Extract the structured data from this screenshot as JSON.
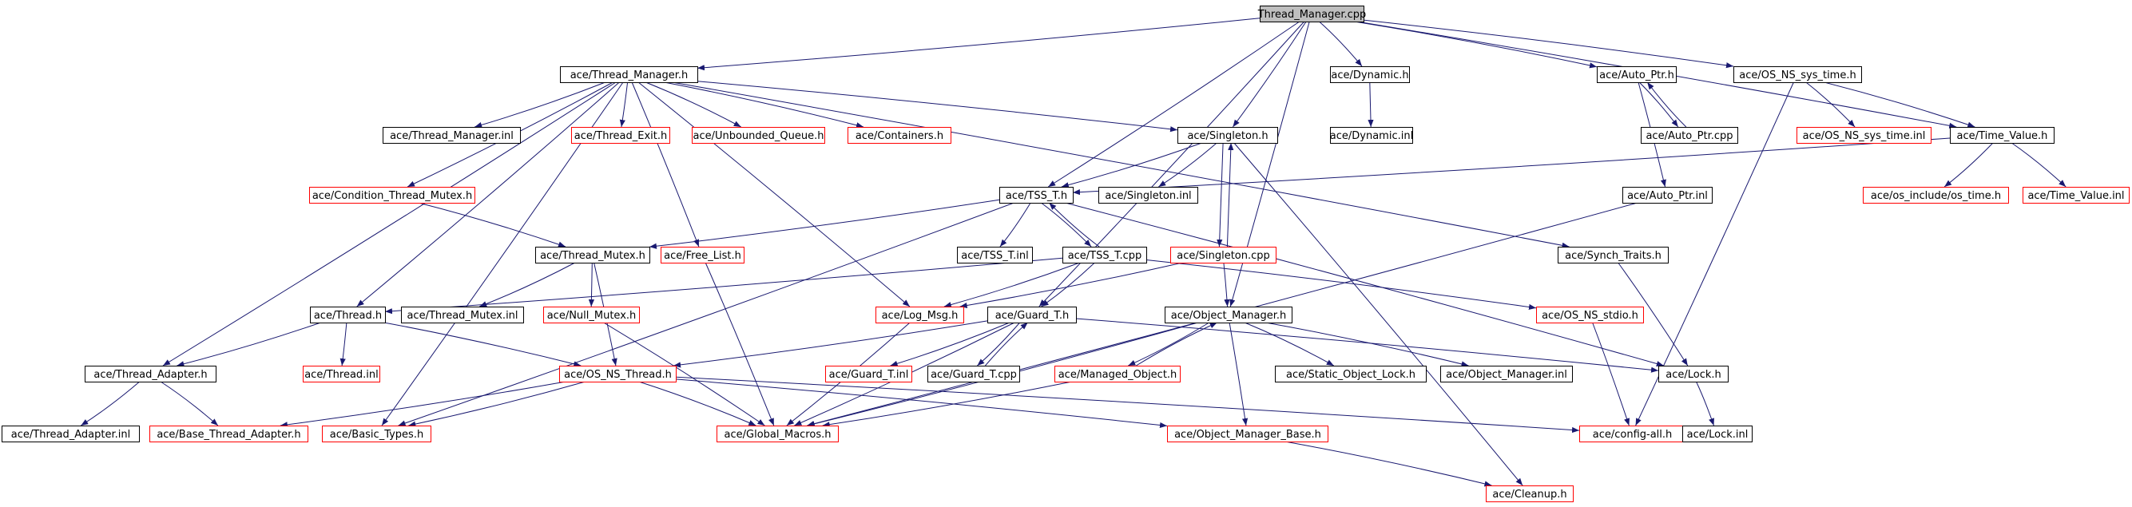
{
  "graph": {
    "colors": {
      "background": "#ffffff",
      "edge": "#191970",
      "documented_border": "#000000",
      "undocumented_border": "#ff0000",
      "root_fill": "#bfbfbf"
    },
    "nodes": [
      {
        "id": "n_root",
        "label": "Thread_Manager.cpp",
        "kind": "root"
      },
      {
        "id": "n_thread_manager_h",
        "label": "ace/Thread_Manager.h",
        "kind": "doc"
      },
      {
        "id": "n_dynamic_h",
        "label": "ace/Dynamic.h",
        "kind": "doc"
      },
      {
        "id": "n_auto_ptr_h",
        "label": "ace/Auto_Ptr.h",
        "kind": "doc"
      },
      {
        "id": "n_os_ns_sys_time_h",
        "label": "ace/OS_NS_sys_time.h",
        "kind": "doc"
      },
      {
        "id": "n_thread_manager_inl",
        "label": "ace/Thread_Manager.inl",
        "kind": "doc"
      },
      {
        "id": "n_thread_exit_h",
        "label": "ace/Thread_Exit.h",
        "kind": "undoc"
      },
      {
        "id": "n_unbounded_queue_h",
        "label": "ace/Unbounded_Queue.h",
        "kind": "undoc"
      },
      {
        "id": "n_containers_h",
        "label": "ace/Containers.h",
        "kind": "undoc"
      },
      {
        "id": "n_singleton_h",
        "label": "ace/Singleton.h",
        "kind": "doc"
      },
      {
        "id": "n_dynamic_inl",
        "label": "ace/Dynamic.inl",
        "kind": "doc"
      },
      {
        "id": "n_auto_ptr_cpp",
        "label": "ace/Auto_Ptr.cpp",
        "kind": "doc"
      },
      {
        "id": "n_os_ns_sys_time_inl",
        "label": "ace/OS_NS_sys_time.inl",
        "kind": "undoc"
      },
      {
        "id": "n_time_value_h",
        "label": "ace/Time_Value.h",
        "kind": "doc"
      },
      {
        "id": "n_condition_thread_mutex_h",
        "label": "ace/Condition_Thread_Mutex.h",
        "kind": "undoc"
      },
      {
        "id": "n_tss_t_h",
        "label": "ace/TSS_T.h",
        "kind": "doc"
      },
      {
        "id": "n_singleton_inl",
        "label": "ace/Singleton.inl",
        "kind": "doc"
      },
      {
        "id": "n_auto_ptr_inl",
        "label": "ace/Auto_Ptr.inl",
        "kind": "doc"
      },
      {
        "id": "n_os_include_os_time_h",
        "label": "ace/os_include/os_time.h",
        "kind": "undoc"
      },
      {
        "id": "n_time_value_inl",
        "label": "ace/Time_Value.inl",
        "kind": "undoc"
      },
      {
        "id": "n_thread_mutex_h",
        "label": "ace/Thread_Mutex.h",
        "kind": "doc"
      },
      {
        "id": "n_free_list_h",
        "label": "ace/Free_List.h",
        "kind": "undoc"
      },
      {
        "id": "n_tss_t_inl",
        "label": "ace/TSS_T.inl",
        "kind": "doc"
      },
      {
        "id": "n_tss_t_cpp",
        "label": "ace/TSS_T.cpp",
        "kind": "doc"
      },
      {
        "id": "n_singleton_cpp",
        "label": "ace/Singleton.cpp",
        "kind": "undoc"
      },
      {
        "id": "n_synch_traits_h",
        "label": "ace/Synch_Traits.h",
        "kind": "doc"
      },
      {
        "id": "n_thread_h",
        "label": "ace/Thread.h",
        "kind": "doc"
      },
      {
        "id": "n_thread_mutex_inl",
        "label": "ace/Thread_Mutex.inl",
        "kind": "doc"
      },
      {
        "id": "n_null_mutex_h",
        "label": "ace/Null_Mutex.h",
        "kind": "undoc"
      },
      {
        "id": "n_log_msg_h",
        "label": "ace/Log_Msg.h",
        "kind": "undoc"
      },
      {
        "id": "n_guard_t_h",
        "label": "ace/Guard_T.h",
        "kind": "doc"
      },
      {
        "id": "n_object_manager_h",
        "label": "ace/Object_Manager.h",
        "kind": "doc"
      },
      {
        "id": "n_os_ns_stdio_h",
        "label": "ace/OS_NS_stdio.h",
        "kind": "undoc"
      },
      {
        "id": "n_thread_adapter_h",
        "label": "ace/Thread_Adapter.h",
        "kind": "doc"
      },
      {
        "id": "n_thread_inl",
        "label": "ace/Thread.inl",
        "kind": "undoc"
      },
      {
        "id": "n_os_ns_thread_h",
        "label": "ace/OS_NS_Thread.h",
        "kind": "undoc"
      },
      {
        "id": "n_guard_t_inl",
        "label": "ace/Guard_T.inl",
        "kind": "undoc"
      },
      {
        "id": "n_guard_t_cpp",
        "label": "ace/Guard_T.cpp",
        "kind": "doc"
      },
      {
        "id": "n_managed_object_h",
        "label": "ace/Managed_Object.h",
        "kind": "undoc"
      },
      {
        "id": "n_static_object_lock_h",
        "label": "ace/Static_Object_Lock.h",
        "kind": "doc"
      },
      {
        "id": "n_object_manager_inl",
        "label": "ace/Object_Manager.inl",
        "kind": "doc"
      },
      {
        "id": "n_lock_h",
        "label": "ace/Lock.h",
        "kind": "doc"
      },
      {
        "id": "n_thread_adapter_inl",
        "label": "ace/Thread_Adapter.inl",
        "kind": "doc"
      },
      {
        "id": "n_base_thread_adapter_h",
        "label": "ace/Base_Thread_Adapter.h",
        "kind": "undoc"
      },
      {
        "id": "n_basic_types_h",
        "label": "ace/Basic_Types.h",
        "kind": "undoc"
      },
      {
        "id": "n_global_macros_h",
        "label": "ace/Global_Macros.h",
        "kind": "undoc"
      },
      {
        "id": "n_object_manager_base_h",
        "label": "ace/Object_Manager_Base.h",
        "kind": "undoc"
      },
      {
        "id": "n_config_all_h",
        "label": "ace/config-all.h",
        "kind": "undoc"
      },
      {
        "id": "n_lock_inl",
        "label": "ace/Lock.inl",
        "kind": "doc"
      },
      {
        "id": "n_cleanup_h",
        "label": "ace/Cleanup.h",
        "kind": "undoc"
      }
    ]
  }
}
